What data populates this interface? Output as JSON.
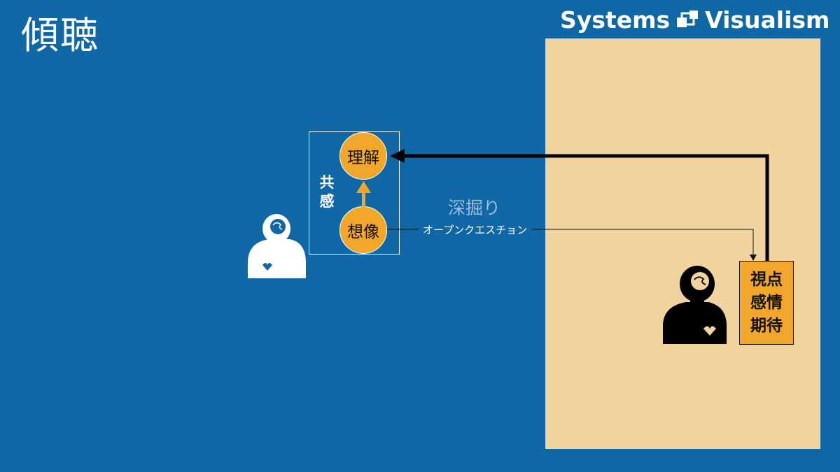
{
  "slide": {
    "title": "傾聴",
    "brand": {
      "left": "Systems",
      "right": "Visualism",
      "logo_icon": "systems-visualism-logo-icon"
    }
  },
  "diagram": {
    "empathy_label": "共\n感",
    "understand": "理解",
    "imagine": "想像",
    "deep_dig": "深掘り",
    "open_question": "オープンクエスチョン",
    "attributes": [
      "視点",
      "感情",
      "期待"
    ]
  },
  "icons": {
    "listener": "person-brain-heart-icon",
    "speaker": "person-brain-heart-icon",
    "arrow_up": "arrow-up-icon"
  },
  "colors": {
    "background": "#0f67a6",
    "panel": "#f1d39f",
    "accent": "#f2a72a",
    "muted_text": "#9fbedb"
  }
}
